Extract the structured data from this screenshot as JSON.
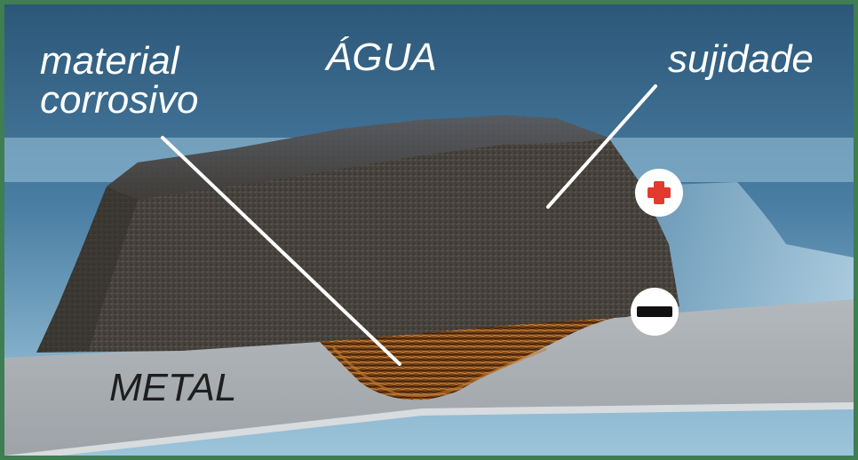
{
  "labels": {
    "water": "ÁGUA",
    "corrosive_line1": "material",
    "corrosive_line2": "corrosivo",
    "dirt": "sujidade",
    "metal": "METAL"
  },
  "symbols": {
    "positive": "+",
    "negative": "−"
  },
  "colors": {
    "frame": "#3f7d52",
    "water": "#3f6f93",
    "metal": "#a7acb1",
    "dirt": "#4a4540",
    "corrosion": "#8a4a1c",
    "positive": "#e23a2e",
    "negative": "#111111"
  }
}
